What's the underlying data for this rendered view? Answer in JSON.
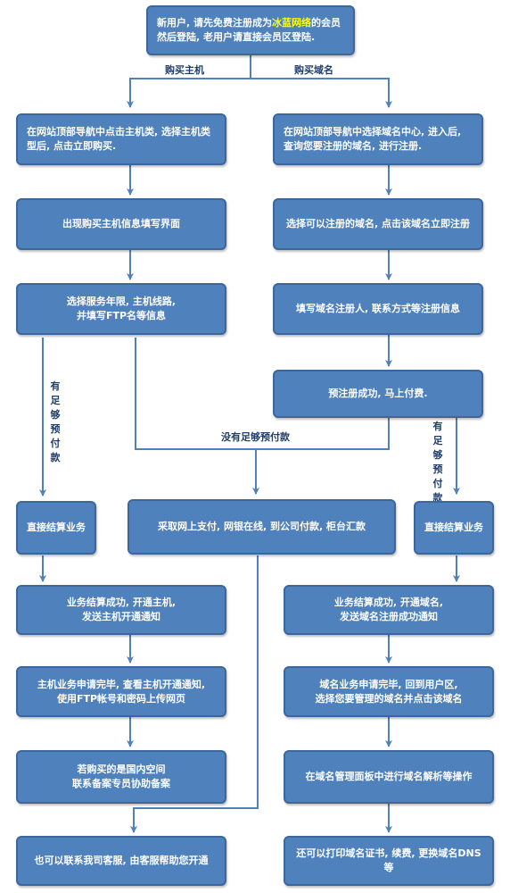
{
  "colors": {
    "box_fill": "#4f81bd",
    "box_border": "#3b679c",
    "line": "#4f81bd",
    "highlight": "#ffff00",
    "label": "#1f3d6b"
  },
  "nodes": {
    "start": {
      "before": "新用户, 请先免费注册成为",
      "highlight": "冰蓝网络",
      "after": "的会员",
      "line2": "然后登陆, 老用户请直接会员区登陆."
    },
    "host_nav": "在网站顶部导航中点击主机类, 选择主机类型后, 点击立即购买.",
    "host_form": "出现购买主机信息填写界面",
    "host_select": [
      "选择服务年限, 主机线路,",
      "并填写FTP名等信息"
    ],
    "host_settle": "直接结算业务",
    "host_success": [
      "业务结算成功, 开通主机,",
      "发送主机开通通知"
    ],
    "host_apply_done": [
      "主机业务申请完毕, 查看主机开通通知,",
      "使用FTP帐号和密码上传网页"
    ],
    "host_filing": [
      "若购买的是国内空间",
      "联系备案专员协助备案"
    ],
    "host_support": "也可以联系我司客服, 由客服帮助您开通",
    "domain_nav": "在网站顶部导航中选择域名中心, 进入后, 查询您要注册的域名, 进行注册.",
    "domain_select": "选择可以注册的域名, 点击该域名立即注册",
    "domain_fill": "填写域名注册人, 联系方式等注册信息",
    "domain_prereg": "预注册成功, 马上付费.",
    "domain_settle": "直接结算业务",
    "domain_success": [
      "业务结算成功, 开通域名,",
      "发送域名注册成功通知"
    ],
    "domain_apply_done": [
      "域名业务申请完毕, 回到用户区,",
      "选择您要管理的域名并点击该域名"
    ],
    "domain_manage": "在域名管理面板中进行域名解析等操作",
    "domain_more": "还可以打印域名证书, 续费, 更换域名DNS等",
    "payment": "采取网上支付, 网银在线, 到公司付款, 柜台汇款"
  },
  "edge_labels": {
    "buy_host": "购买主机",
    "buy_domain": "购买域名",
    "not_enough": "没有足够预付款",
    "enough_left": [
      "有",
      "足",
      "够",
      "预",
      "付",
      "款"
    ],
    "enough_right": [
      "有",
      "足",
      "够",
      "预",
      "付",
      "款"
    ]
  }
}
